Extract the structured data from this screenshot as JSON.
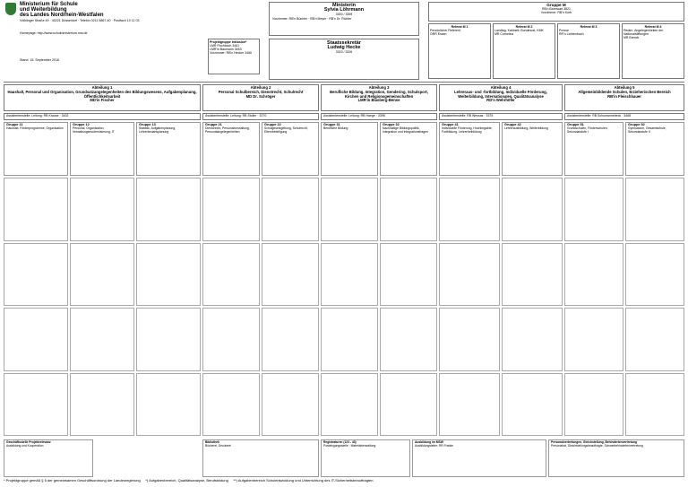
{
  "header": {
    "ministry_line1": "Ministerium für Schule",
    "ministry_line2": "und Weiterbildung",
    "ministry_line3": "des Landes Nordrhein-Westfalen",
    "address_small": "Völklinger Straße 49 · 40221 Düsseldorf · Telefon 0211 5867-40 · Postfach 10 11 03",
    "internet_label": "Homepage: http://www.schulministerium.nrw.de",
    "stand_label": "Stand: 15. September 2016",
    "minister_title": "Ministerin",
    "minister_name": "Sylvia Löhrmann",
    "minister_phone": "3300 / 3359",
    "staatssekretaer_title": "Staatssekretär",
    "staatssekretaer_name": "Ludwig Hecke",
    "staatssekretaer_phone": "3323 / 3326",
    "gruppe_m": "Gruppe M",
    "gruppe_m_lead": "RB'n Bannwart",
    "gruppe_m_phone": "3821",
    "gruppe_m_sub": "Vorzimmer: RB'n Korb",
    "projektgruppe": "Projektgruppe Inklusion*",
    "projekt_lead": "LMR Fischbach",
    "projekt_phone": "3461",
    "projekt2": "LMR'in Baumann",
    "projekt2_phone": "3453"
  },
  "referate_m": [
    {
      "title": "Referat M 1",
      "sub": "Persönlicher Referent",
      "person": "ORR Essen"
    },
    {
      "title": "Referat M 2",
      "sub": "Landtag, Kabinett, Bundesrat, KMK",
      "person": "MR Cornelius"
    },
    {
      "title": "Referat M 3",
      "sub": "Presse",
      "person": "RR'n Lichtenbach"
    },
    {
      "title": "Referat M 4",
      "sub": "Reden, Angelegenheiten der Nationalstiftungen",
      "person": "MR Brenck"
    }
  ],
  "abteilungen": [
    {
      "title": "Abteilung 1",
      "desc": "Haushalt, Personal und Organisation, Grundsatzangelegenheiten des Bildungswesens, Aufgabenplanung, Öffentlichkeitsarbeit",
      "lead": "MD'in Fischer"
    },
    {
      "title": "Abteilung 2",
      "desc": "Personal Schulbereich, Dienstrecht, Schulrecht",
      "lead": "MD Dr. Schröger"
    },
    {
      "title": "Abteilung 3",
      "desc": "Berufliche Bildung, Integration, Gendering, Schulsport, Kirchen und Religionsgemeinschaften",
      "lead": "LMR'in Blasberg-Bense"
    },
    {
      "title": "Abteilung 4",
      "desc": "Lehreraus- und -fortbildung, Individuelle Förderung, Weiterbildung, Internationales, Qualitätsanalyse",
      "lead": "RD'n Wehrhöfer"
    },
    {
      "title": "Abteilung 5",
      "desc": "Allgemeinbildende Schulen, Erzieherischen Bereich",
      "lead": "RB'in Fleischhauer"
    }
  ],
  "gruppen": [
    {
      "title": "Gruppe 11",
      "desc": "Haushalt, Förderprogramme, Organisation"
    },
    {
      "title": "Gruppe 12",
      "desc": "Personal, Organisation, Verwaltungsmodernisierung, IT"
    },
    {
      "title": "Gruppe 13",
      "desc": "Statistik, Aufgabenplanung, Lehrerbedarfsplanung"
    },
    {
      "title": "Gruppe 21",
      "desc": "Dienstrecht, Personalverwaltung, Personalangelegenheiten"
    },
    {
      "title": "Gruppe 22",
      "desc": "Schulgesetzgebung, Schulrecht, Elternbeteiligung"
    },
    {
      "title": "Gruppe 31",
      "desc": "Berufliche Bildung"
    },
    {
      "title": "Gruppe 32",
      "desc": "Nachhaltige Bildungspolitik, Integration und Integrationsfragen"
    },
    {
      "title": "Gruppe 41",
      "desc": "Individuelle Förderung, Hochbegabte, Fortbildung, Lehrerfortbildung"
    },
    {
      "title": "Gruppe 42",
      "desc": "Lehrerausbildung, Weiterbildung"
    },
    {
      "title": "Gruppe 51",
      "desc": "Grundschulen, Förderschulen, Sekundarstufe I"
    },
    {
      "title": "Gruppe 52",
      "desc": "Gymnasium, Gesamtschule, Sekundarstufe II"
    }
  ],
  "bottom_boxes": [
    {
      "title": "Geschäftsstelle Projektrelevanz",
      "text": "Ausbildung und Kooperation"
    },
    {
      "title": "Bibliothek",
      "text": "Bücherei, Druckerei"
    },
    {
      "title": "Registraturen (123 - 43)",
      "text": "Posteingangsstelle · Materialverwaltung"
    },
    {
      "title": "Ausbildung im MSW",
      "text": "Ausbildungsleiter: RR Franke"
    },
    {
      "title": "Personalvertretungen, Gleichstellung, Behindertenvertretung",
      "text": "Personalrat, Gleichstellungsbeauftragte, Schwerbehindertenvertretung"
    }
  ],
  "footer": {
    "note1": "* Projektgruppe gemäß § 5 der gemeinsamen Geschäftsordnung der Landesregierung",
    "note2": "*) Aufgabenbereich, Qualitätsanalyse, Berufsbildung",
    "note3": "**) Aufgabenbereich Schulentwicklung und Unterrichtung des IT-Sicherheitsbeauftragten"
  }
}
